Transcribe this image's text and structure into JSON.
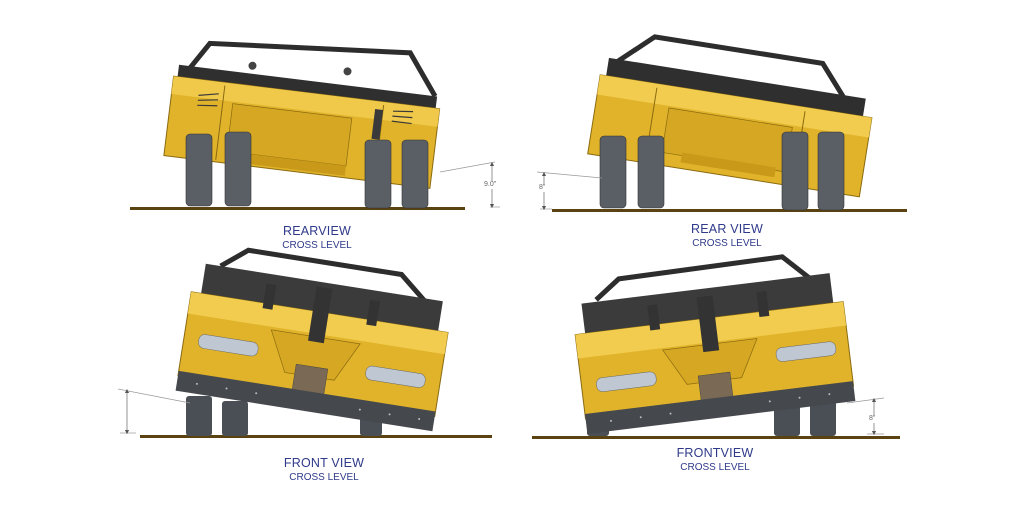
{
  "views": [
    {
      "id": "rear-view-left",
      "title": "REARVIEW",
      "subtitle": "CROSS LEVEL",
      "dimension": "9.0\"",
      "tilt_side": "right"
    },
    {
      "id": "rear-view-right",
      "title": "REAR VIEW",
      "subtitle": "CROSS LEVEL",
      "dimension": "8\"",
      "tilt_side": "left"
    },
    {
      "id": "front-view-left",
      "title": "FRONT VIEW",
      "subtitle": "CROSS LEVEL",
      "dimension": "",
      "tilt_side": "left"
    },
    {
      "id": "front-view-right",
      "title": "FRONTVIEW",
      "subtitle": "CROSS LEVEL",
      "dimension": "8\"",
      "tilt_side": "right"
    }
  ],
  "colors": {
    "body_yellow": "#e0b32a",
    "body_shadow": "#b98a12",
    "frame_dark": "#3a3a3a",
    "tire_gray": "#5a5f66",
    "ground": "#5a4310",
    "caption_blue": "#2f3a8a"
  }
}
